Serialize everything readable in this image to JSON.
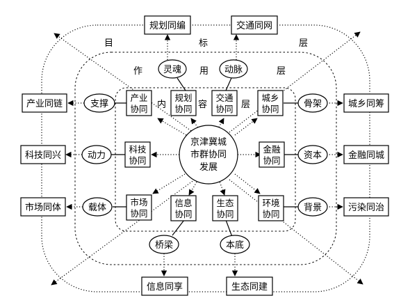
{
  "center": {
    "lines": [
      "京津冀城",
      "市群协同",
      "发展"
    ]
  },
  "layers": {
    "target": [
      "目",
      "标",
      "层"
    ],
    "function": [
      "作",
      "用",
      "层"
    ],
    "content": [
      "内",
      "容",
      "层"
    ]
  },
  "top_outer": [
    "规划同编",
    "交通同网"
  ],
  "top_ovals": [
    "灵魂",
    "动脉"
  ],
  "left_outer": [
    "产业同链",
    "科技同兴",
    "市场同体"
  ],
  "left_ovals": [
    "支撑",
    "动力",
    "载体"
  ],
  "right_outer": [
    "城乡同筹",
    "金融同城",
    "污染同治"
  ],
  "right_ovals": [
    "骨架",
    "资本",
    "背景"
  ],
  "bottom_outer": [
    "信息同享",
    "生态同建"
  ],
  "bottom_ovals": [
    "桥梁",
    "本底"
  ],
  "inner": {
    "industry": [
      "产业",
      "协同"
    ],
    "planning": [
      "规划",
      "协同"
    ],
    "transport": [
      "交通",
      "协同"
    ],
    "urban_rural": [
      "城乡",
      "协同"
    ],
    "tech": [
      "科技",
      "协同"
    ],
    "finance": [
      "金融",
      "协同"
    ],
    "market": [
      "市场",
      "协同"
    ],
    "info": [
      "信息",
      "协同"
    ],
    "eco": [
      "生态",
      "协同"
    ],
    "env": [
      "环境",
      "协同"
    ]
  }
}
